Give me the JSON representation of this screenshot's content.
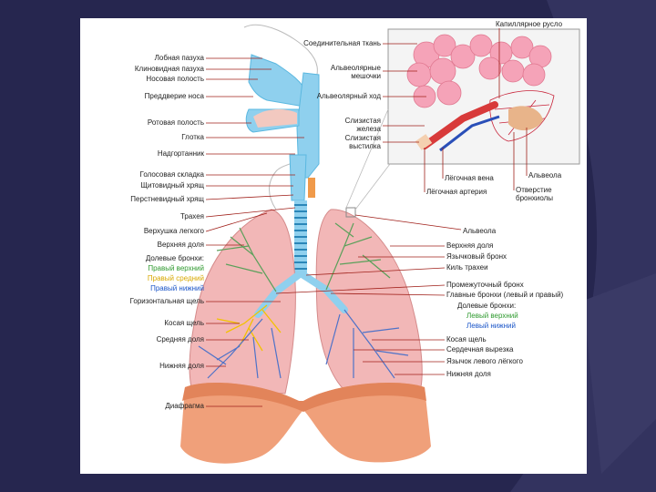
{
  "colors": {
    "background": "#26264f",
    "background_shape": "#33335f",
    "slide": "#ffffff",
    "lung": "#f2b7b7",
    "airway": "#8fd0ee",
    "trachea_ring": "#5bb8e0",
    "diaphragm": "#f0a07a",
    "bronchi_green": "#5aa05a",
    "bronchi_blue": "#4e72c8",
    "bronchi_yellow": "#f2c200",
    "alveoli": "#f5a3b8",
    "artery": "#d83a3a",
    "leader": "#a0201a"
  },
  "labels": {
    "left": [
      "Лобная пазуха",
      "Клиновидная пазуха",
      "Носовая полость",
      "Преддверие носа",
      "Ротовая полость",
      "Глотка",
      "Надгортанник",
      "Голосовая складка",
      "Щитовидный хрящ",
      "Перстневидный хрящ",
      "Трахея",
      "Верхушка легкого",
      "Верхняя доля",
      "Долевые бронхи:",
      "Правый верхний",
      "Правый средний",
      "Правый нижний",
      "Горизонтальная щель",
      "Косая щель",
      "Средняя доля",
      "Нижняя доля",
      "Диафрагма"
    ],
    "inset": [
      "Капиллярное русло",
      "Соединительная ткань",
      "Альвеолярные мешочки",
      "Альвеолярный ход",
      "Слизистая железа",
      "Слизистая выстилка",
      "Лёгочная вена",
      "Лёгочная артерия",
      "Альвеола",
      "Отверстие бронхиолы"
    ],
    "right": [
      "Альвеола",
      "Верхняя доля",
      "Язычковый бронх",
      "Киль трахеи",
      "Промежуточный бронх",
      "Главные бронхи (левый и правый)",
      "Долевые бронхи:",
      "Левый верхний",
      "Левый нижний",
      "Косая щель",
      "Сердечная вырезка",
      "Язычок левого лёгкого",
      "Нижняя доля"
    ]
  }
}
